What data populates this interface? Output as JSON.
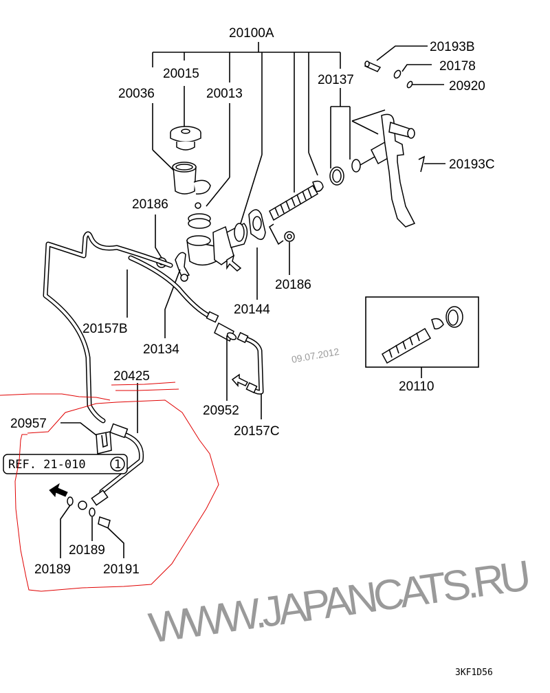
{
  "diagram": {
    "title": "Clutch master cylinder & pipes",
    "watermark": "WWW.JAPANCATS.RU",
    "watermark_date": "09.07.2012",
    "diagram_code": "3KF1D56",
    "reference_box": {
      "text": "REF. 21-010",
      "circle_number": "1"
    },
    "labels": {
      "p20100A": "20100A",
      "p20015": "20015",
      "p20036": "20036",
      "p20013": "20013",
      "p20137": "20137",
      "p20193B": "20193B",
      "p20178": "20178",
      "p20920": "20920",
      "p20193C": "20193C",
      "p20186a": "20186",
      "p20186b": "20186",
      "p20144": "20144",
      "p20157B": "20157B",
      "p20134": "20134",
      "p20425": "20425",
      "p20952": "20952",
      "p20157C": "20157C",
      "p20110": "20110",
      "p20957": "20957",
      "p20189a": "20189",
      "p20189b": "20189",
      "p20191": "20191"
    },
    "colors": {
      "line": "#000000",
      "watermark": "#9a9a9a",
      "annotation": "#e00000",
      "background": "#ffffff"
    }
  }
}
